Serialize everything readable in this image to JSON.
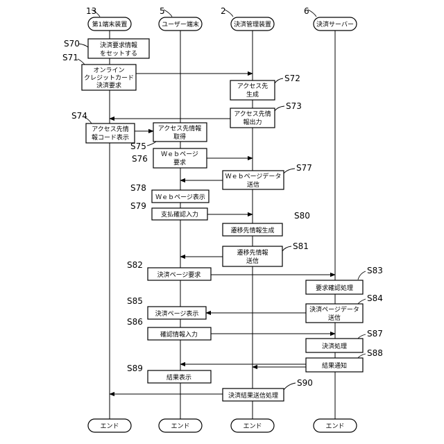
{
  "actors": [
    {
      "id": "a13",
      "num": "13",
      "label": "第1端末装置",
      "end": "エンド"
    },
    {
      "id": "a5",
      "num": "5",
      "label": "ユーザー端末",
      "end": "エンド"
    },
    {
      "id": "a2",
      "num": "2",
      "label": "決済管理装置",
      "end": "エンド"
    },
    {
      "id": "a6",
      "num": "6",
      "label": "決済サーバー",
      "end": "エンド"
    }
  ],
  "steps": [
    {
      "id": "S70",
      "label": "S70",
      "lines": [
        "決済要求情報",
        "をセットする"
      ]
    },
    {
      "id": "S71",
      "label": "S71",
      "lines": [
        "オンライン",
        "クレジットカード",
        "決済要求"
      ]
    },
    {
      "id": "S72",
      "label": "S72",
      "lines": [
        "アクセス先",
        "生成"
      ]
    },
    {
      "id": "S73",
      "label": "S73",
      "lines": [
        "アクセス先情",
        "報出力"
      ]
    },
    {
      "id": "S74",
      "label": "S74",
      "lines": [
        "アクセス先情",
        "報コード表示"
      ]
    },
    {
      "id": "S75",
      "label": "S75",
      "lines": [
        "アクセス先情報",
        "取得"
      ]
    },
    {
      "id": "S76",
      "label": "S76",
      "lines": [
        "Ｗｅｂページ",
        "要求"
      ]
    },
    {
      "id": "S77",
      "label": "S77",
      "lines": [
        "Ｗｅｂページデータ",
        "送信"
      ]
    },
    {
      "id": "S78",
      "label": "S78",
      "lines": [
        "Ｗｅｂページ表示"
      ]
    },
    {
      "id": "S79",
      "label": "S79",
      "lines": [
        "支払確認入力"
      ]
    },
    {
      "id": "S80",
      "label": "S80",
      "lines": [
        "遷移先情報生成"
      ]
    },
    {
      "id": "S81",
      "label": "S81",
      "lines": [
        "遷移先情報",
        "送信"
      ]
    },
    {
      "id": "S82",
      "label": "S82",
      "lines": [
        "決済ページ要求"
      ]
    },
    {
      "id": "S83",
      "label": "S83",
      "lines": [
        "要求確認処理"
      ]
    },
    {
      "id": "S84",
      "label": "S84",
      "lines": [
        "決済ページデータ",
        "送信"
      ]
    },
    {
      "id": "S85",
      "label": "S85",
      "lines": [
        "決済ページ表示"
      ]
    },
    {
      "id": "S86",
      "label": "S86",
      "lines": [
        "確認情報入力"
      ]
    },
    {
      "id": "S87",
      "label": "S87",
      "lines": [
        "決済処理"
      ]
    },
    {
      "id": "S88",
      "label": "S88",
      "lines": [
        "結果通知"
      ]
    },
    {
      "id": "S89",
      "label": "S89",
      "lines": [
        "結果表示"
      ]
    },
    {
      "id": "S90",
      "label": "S90",
      "lines": [
        "決済結果送信処理"
      ]
    }
  ]
}
